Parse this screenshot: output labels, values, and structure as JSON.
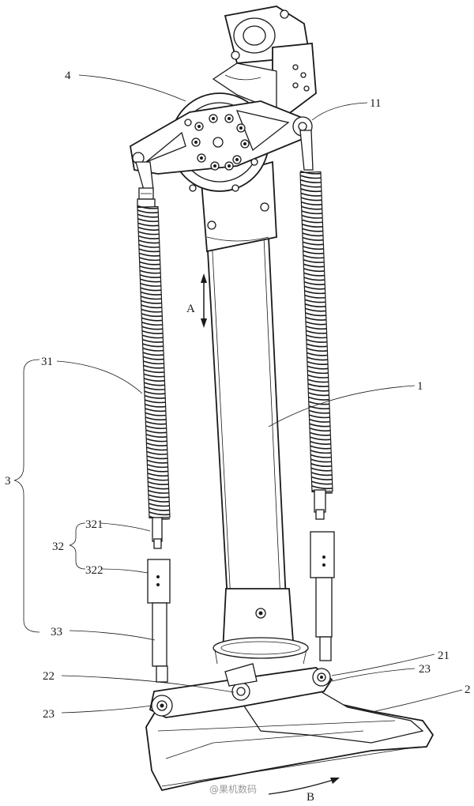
{
  "labels": {
    "l4": "4",
    "l11": "11",
    "lA": "A",
    "l31": "31",
    "l1": "1",
    "l3": "3",
    "l32": "32",
    "l321": "321",
    "l322": "322",
    "l33": "33",
    "l21": "21",
    "l22": "22",
    "l23a": "23",
    "l23b": "23",
    "l2": "2",
    "lB": "B"
  },
  "watermark": "@果机数码"
}
